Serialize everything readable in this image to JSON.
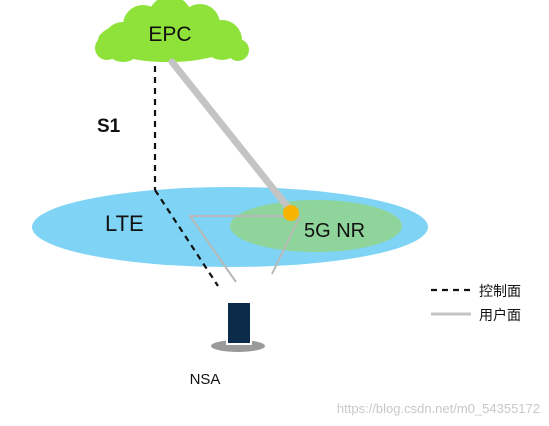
{
  "colors": {
    "cloud": "#8fe23a",
    "lte_cell": "#7fd4f5",
    "nr_cell": "#8fd49a",
    "control_plane": "#111111",
    "user_plane": "#c4c4c4",
    "anchor_node": "#f6b400",
    "device_body": "#0c2a4a",
    "device_base": "#9a9a9a"
  },
  "nodes": {
    "core": "EPC",
    "lte": "LTE",
    "nr": "5G NR",
    "device": "NSA"
  },
  "interface": {
    "label": "S1"
  },
  "legend": {
    "items": [
      {
        "label": "控制面",
        "style": "dashed",
        "icon": "dashed-line-icon"
      },
      {
        "label": "用户面",
        "style": "solid",
        "icon": "solid-line-icon"
      }
    ]
  },
  "watermark": "https://blog.csdn.net/m0_54355172"
}
